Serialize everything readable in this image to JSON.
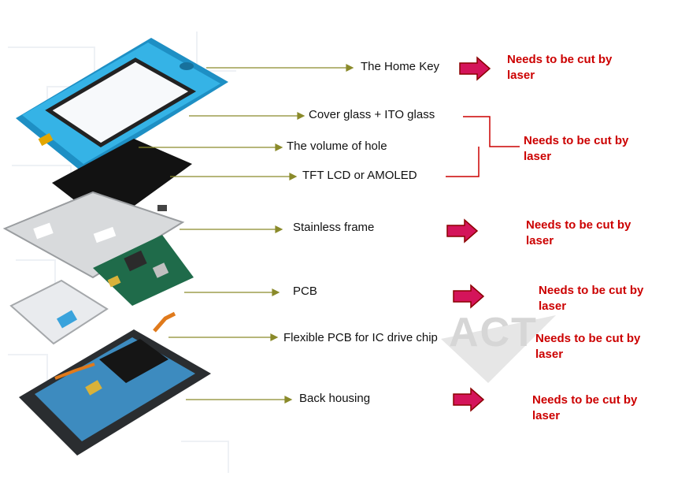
{
  "labels": {
    "home_key": "The Home Key",
    "cover_glass": "Cover glass + ITO glass",
    "volume_hole": "The volume of hole",
    "tft_lcd": "TFT LCD or AMOLED",
    "stainless_frame": "Stainless frame",
    "pcb": "PCB",
    "flexible_pcb": "Flexible PCB for IC drive chip",
    "back_housing": "Back housing"
  },
  "notes": {
    "line1": "Needs to be cut by",
    "line2": "laser"
  },
  "watermark": "ACT",
  "colors": {
    "note_text": "#cc0000",
    "arrow_fill": "#d4145a",
    "arrow_outline": "#8b0000",
    "leader_line": "#8a8a2a",
    "bracket_line": "#cc0000",
    "bezel_blue": "#29a9df"
  }
}
